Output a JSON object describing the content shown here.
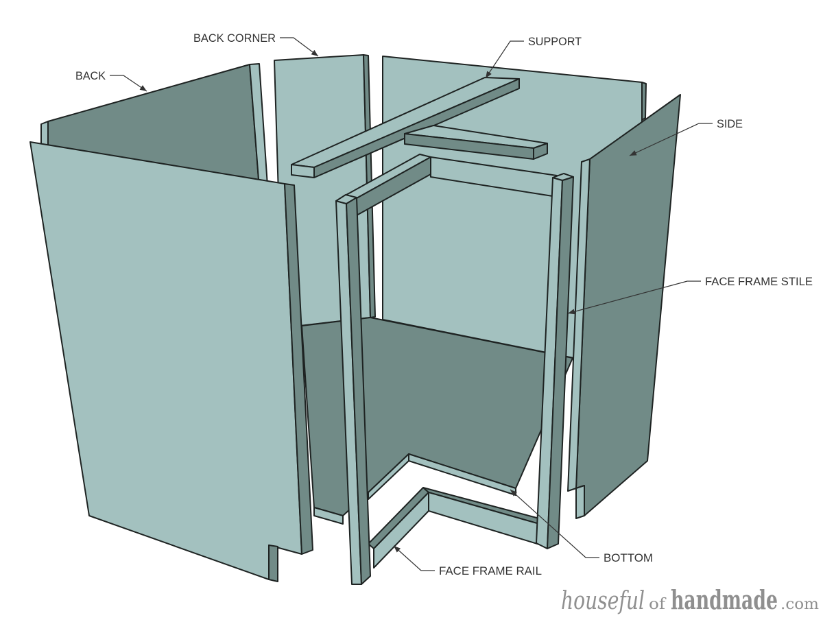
{
  "labels": {
    "back_corner": "BACK CORNER",
    "support": "SUPPORT",
    "back": "BACK",
    "side": "SIDE",
    "face_frame_stile": "FACE FRAME STILE",
    "bottom": "BOTTOM",
    "face_frame_rail": "FACE FRAME RAIL"
  },
  "watermark": {
    "word1": "houseful",
    "word2": "of",
    "word3": "handmade",
    "word4": ".com"
  },
  "colors": {
    "panel_light": "#a3c1bf",
    "panel_dark": "#718b87",
    "outline": "#1e2322",
    "label": "#333333",
    "watermark": "#8f8f8f"
  }
}
